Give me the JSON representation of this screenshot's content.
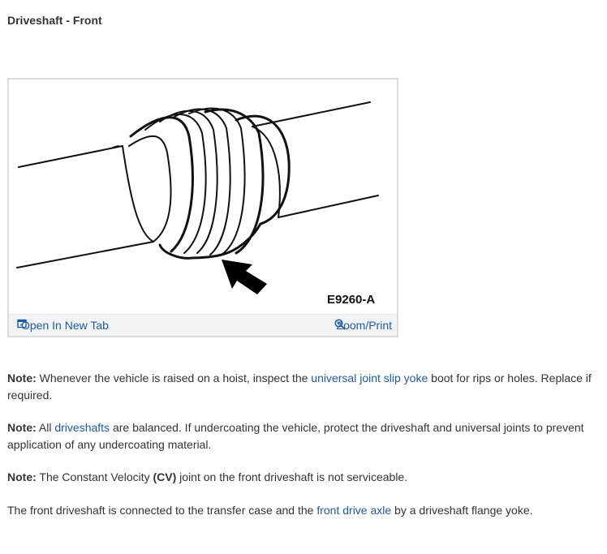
{
  "page": {
    "title": "Driveshaft - Front"
  },
  "figure": {
    "code": "E9260-A",
    "open_label": "Open In New Tab",
    "zoom_label": "Zoom/Print",
    "open_icon": "open-in-new-tab-icon",
    "zoom_icon": "zoom-icon"
  },
  "notes": [
    {
      "label": "Note:",
      "before": " Whenever the vehicle is raised on a hoist, inspect the ",
      "link": "universal joint slip yoke",
      "after": " boot for rips or holes. Replace if required."
    },
    {
      "label": "Note:",
      "before": " All ",
      "link": "driveshafts",
      "after": " are balanced. If undercoating the vehicle, protect the driveshaft and universal joints to prevent application of any undercoating material."
    },
    {
      "label": "Note:",
      "before": " The Constant Velocity ",
      "bold": "(CV)",
      "after": " joint on the front driveshaft is not serviceable."
    }
  ],
  "body": {
    "before": "The front driveshaft is connected to the transfer case and the ",
    "link": "front drive axle",
    "after": " by a driveshaft flange yoke."
  },
  "colors": {
    "link": "#1f5aa6",
    "text": "#333333"
  }
}
